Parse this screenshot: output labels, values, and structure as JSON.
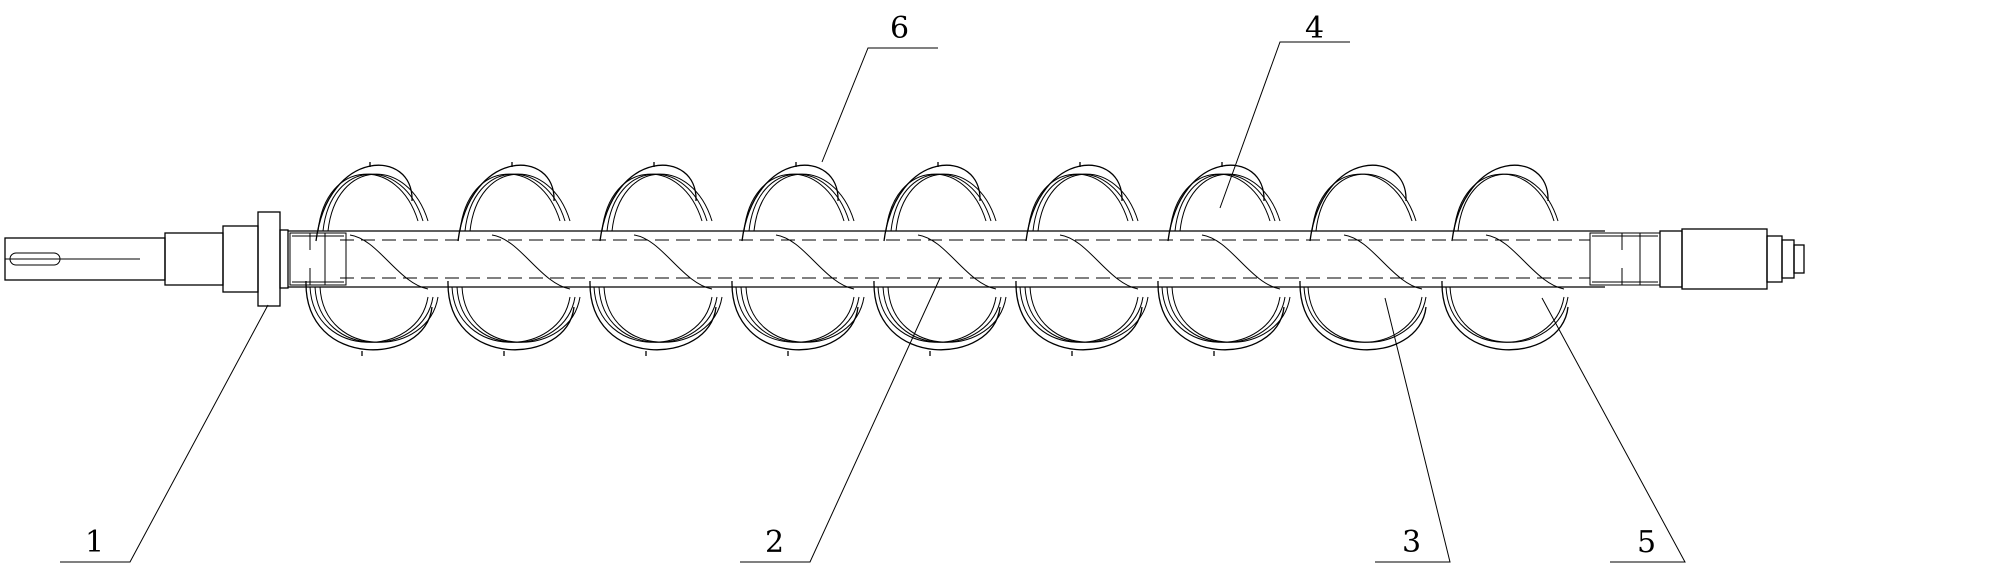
{
  "labels": [
    {
      "id": "1",
      "text": "1"
    },
    {
      "id": "2",
      "text": "2"
    },
    {
      "id": "3",
      "text": "3"
    },
    {
      "id": "4",
      "text": "4"
    },
    {
      "id": "5",
      "text": "5"
    },
    {
      "id": "6",
      "text": "6"
    }
  ],
  "colors": {
    "line": "#000000",
    "background": "#ffffff"
  }
}
